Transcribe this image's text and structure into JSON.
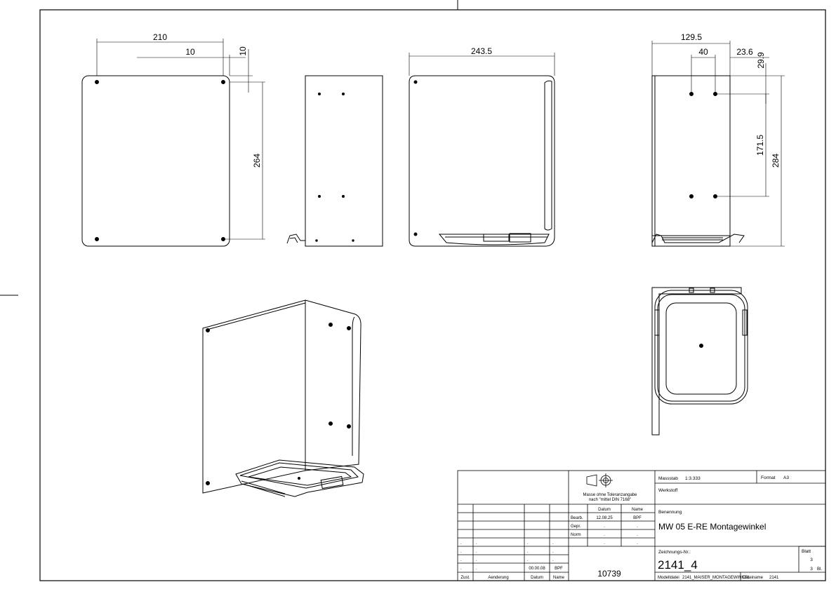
{
  "dimensions": {
    "front_width": "210",
    "front_offset_x": "10",
    "front_offset_y": "10",
    "front_height": "264",
    "side_width": "243.5",
    "right_width": "129.5",
    "right_hole_spacing": "40",
    "right_hole_offset": "23.6",
    "right_top_offset": "29.9",
    "right_hole_vertical": "171.5",
    "right_height": "284"
  },
  "title_block": {
    "scale_label": "Massstab",
    "scale_value": "1:3.333",
    "format_label": "Format",
    "format_value": "A3",
    "material_label": "Werkstoff",
    "material_value": "",
    "tolerance_line1": "Masse ohne Toleranzangabe",
    "tolerance_line2": "nach \"mittel DIN 7168\"",
    "col_date": "Datum",
    "col_name": "Name",
    "row_bearb": "Bearb.",
    "row_gepr": "Gepr.",
    "row_norm": "Norm",
    "bearb_date": "12.08.25",
    "bearb_name": "BPF",
    "dot": ".",
    "title_label": "Benennung",
    "title_value": "MW 05 E-RE Montagewinkel",
    "drawing_no_label": "Zeichnungs-Nr.:",
    "drawing_no": "2141_4",
    "sheet_label": "Blatt",
    "sheet_no": "3",
    "sheet_total": "3",
    "sheet_suffix": "Bl.",
    "rev_date": "00.00.08",
    "rev_name": "BPF",
    "part_no": "10739",
    "rev_col_zust": "Zust.",
    "rev_col_change": "Aenderung",
    "rev_col_date": "Datum",
    "rev_col_name": "Name",
    "model_label": "Modelldatei",
    "model_value": "2141_MAISER_MONTAGEWINKEL",
    "file_label": "Dateiname",
    "file_value": "2141"
  }
}
